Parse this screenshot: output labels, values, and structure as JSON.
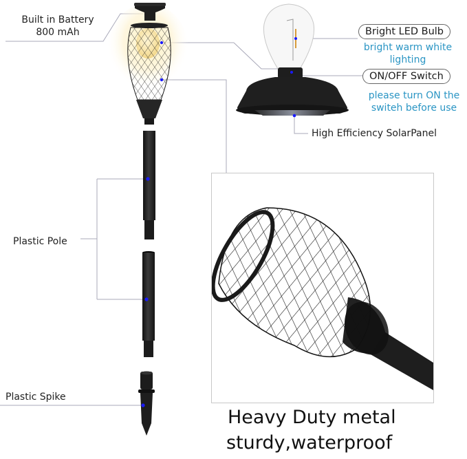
{
  "labels": {
    "battery_line1": "Built in Battery",
    "battery_line2": "800 mAh",
    "plastic_pole": "Plastic Pole",
    "plastic_spike": "Plastic Spike",
    "solar_panel": "High Efficiency SolarPanel"
  },
  "pills": {
    "led_bulb": "Bright LED Bulb",
    "switch": "ON/OFF Switch"
  },
  "notes": {
    "bulb_note_line1": "bright warm white",
    "bulb_note_line2": "lighting",
    "switch_note_line1": "please turn ON the",
    "switch_note_line2": "switeh before use"
  },
  "caption": {
    "line1": "Heavy Duty metal",
    "line2": "sturdy,waterproof"
  },
  "colors": {
    "note_blue": "#2a95c4",
    "marker_dot": "#1a1aff",
    "callout_line": "#a8a8b8",
    "product_black": "#1e1e1e",
    "bulb_glow": "#fbe9b0"
  }
}
